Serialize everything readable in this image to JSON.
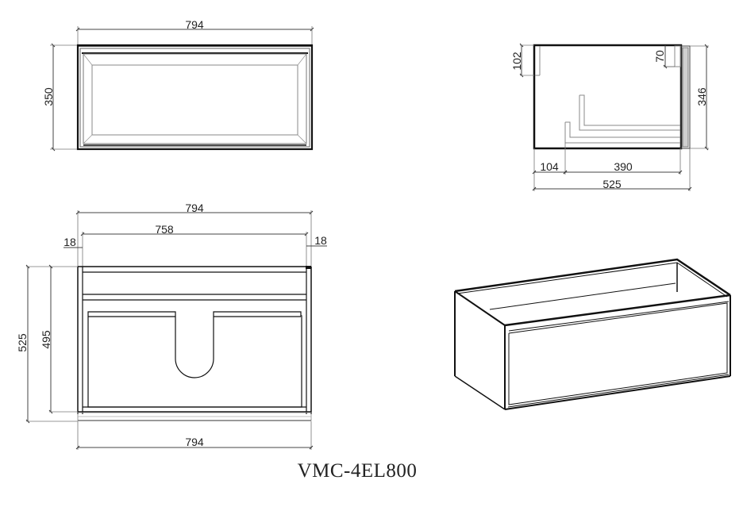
{
  "model_code": "VMC-4EL800",
  "views": {
    "top": {
      "width_label": "794",
      "depth_label": "350"
    },
    "side": {
      "upper_gap_label": "102",
      "rail_label": "70",
      "height_label": "346",
      "front_offset_label": "104",
      "drawer_depth_label": "390",
      "total_depth_label": "525"
    },
    "front": {
      "overall_width_label": "794",
      "inner_width_label": "758",
      "left_panel_label": "18",
      "right_panel_label": "18",
      "total_height_label": "525",
      "body_height_label": "495",
      "bottom_width_label": "794"
    },
    "isometric": {
      "label": ""
    }
  },
  "colors": {
    "line": "#111111",
    "dimension_line": "#555555",
    "detail_line": "#888888",
    "background": "#ffffff"
  }
}
